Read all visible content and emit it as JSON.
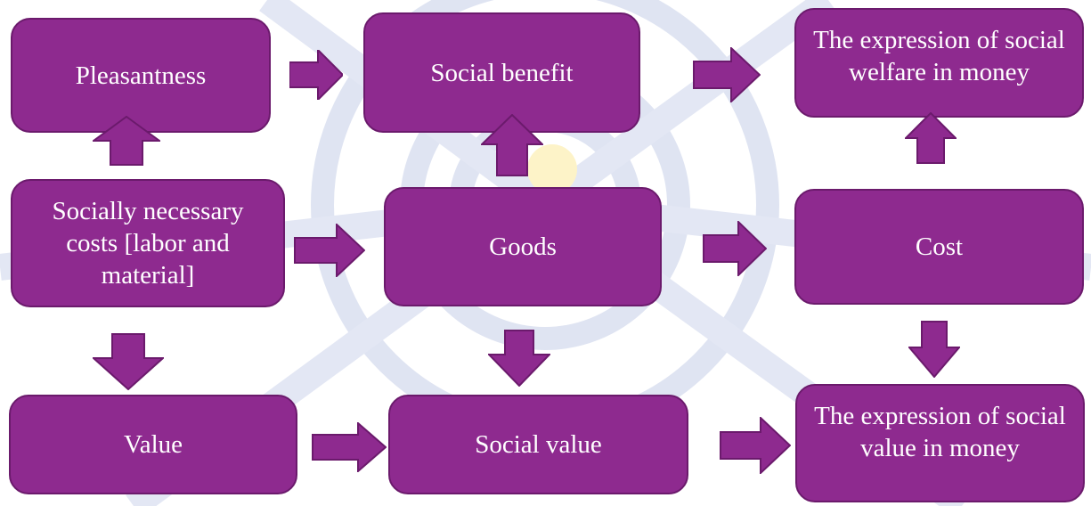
{
  "colors": {
    "box_fill": "#8e2a8f",
    "box_border": "#6b1a6c",
    "arrow_fill": "#8e2a8f",
    "text": "#ffffff"
  },
  "nodes": {
    "pleasantness": "Pleasantness",
    "social_benefit": "Social benefit",
    "welfare_money": "The expression of social welfare in money",
    "necessary_costs": "Socially necessary costs [labor and material]",
    "goods": "Goods",
    "cost": "Cost",
    "value": "Value",
    "social_value": "Social value",
    "value_money": "The expression of social value in money"
  },
  "arrows": [
    {
      "from": "pleasantness",
      "to": "social_benefit",
      "direction": "right"
    },
    {
      "from": "social_benefit",
      "to": "welfare_money",
      "direction": "right"
    },
    {
      "from": "necessary_costs",
      "to": "pleasantness",
      "direction": "up"
    },
    {
      "from": "goods",
      "to": "social_benefit",
      "direction": "up"
    },
    {
      "from": "cost",
      "to": "welfare_money",
      "direction": "up"
    },
    {
      "from": "necessary_costs",
      "to": "goods",
      "direction": "right"
    },
    {
      "from": "goods",
      "to": "cost",
      "direction": "right"
    },
    {
      "from": "necessary_costs",
      "to": "value",
      "direction": "down"
    },
    {
      "from": "goods",
      "to": "social_value",
      "direction": "down"
    },
    {
      "from": "cost",
      "to": "value_money",
      "direction": "down"
    },
    {
      "from": "value",
      "to": "social_value",
      "direction": "right"
    },
    {
      "from": "social_value",
      "to": "value_money",
      "direction": "right"
    }
  ]
}
